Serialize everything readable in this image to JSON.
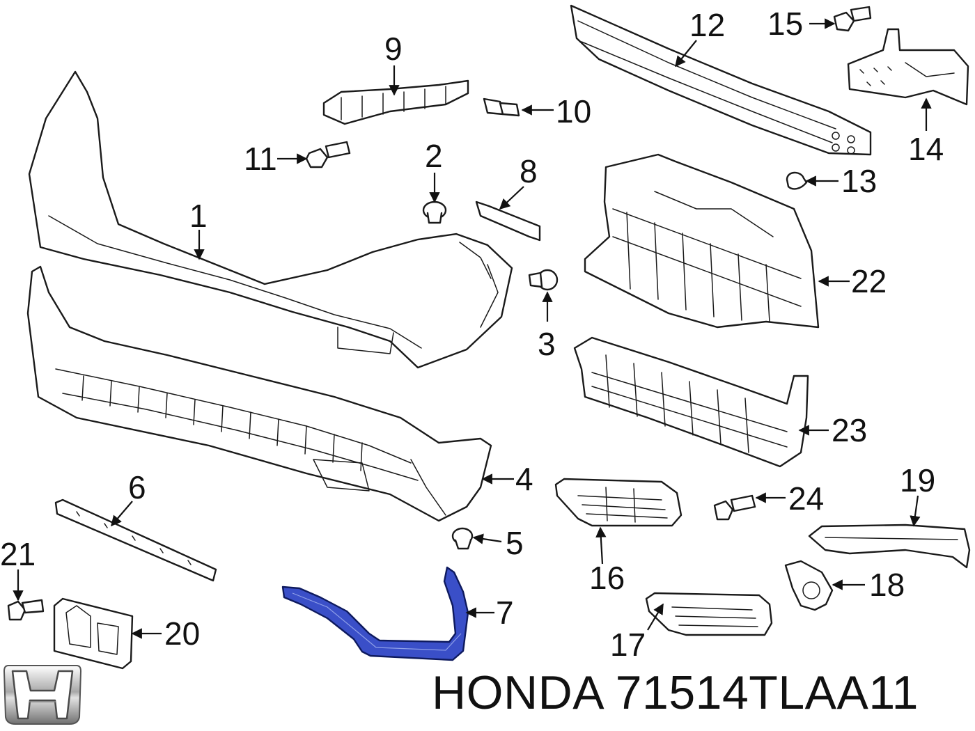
{
  "diagram": {
    "callouts": [
      {
        "id": "1",
        "label": "1"
      },
      {
        "id": "2",
        "label": "2"
      },
      {
        "id": "3",
        "label": "3"
      },
      {
        "id": "4",
        "label": "4"
      },
      {
        "id": "5",
        "label": "5"
      },
      {
        "id": "6",
        "label": "6"
      },
      {
        "id": "7",
        "label": "7"
      },
      {
        "id": "8",
        "label": "8"
      },
      {
        "id": "9",
        "label": "9"
      },
      {
        "id": "10",
        "label": "10"
      },
      {
        "id": "11",
        "label": "11"
      },
      {
        "id": "12",
        "label": "12"
      },
      {
        "id": "13",
        "label": "13"
      },
      {
        "id": "14",
        "label": "14"
      },
      {
        "id": "15",
        "label": "15"
      },
      {
        "id": "16",
        "label": "16"
      },
      {
        "id": "17",
        "label": "17"
      },
      {
        "id": "18",
        "label": "18"
      },
      {
        "id": "19",
        "label": "19"
      },
      {
        "id": "20",
        "label": "20"
      },
      {
        "id": "21",
        "label": "21"
      },
      {
        "id": "22",
        "label": "22"
      },
      {
        "id": "23",
        "label": "23"
      },
      {
        "id": "24",
        "label": "24"
      }
    ],
    "highlighted_part": "7",
    "highlight_color": "#3a4fc8"
  },
  "caption": {
    "text": "HONDA 71514TLAA11"
  },
  "logo": {
    "icon": "honda-h-logo-icon"
  }
}
